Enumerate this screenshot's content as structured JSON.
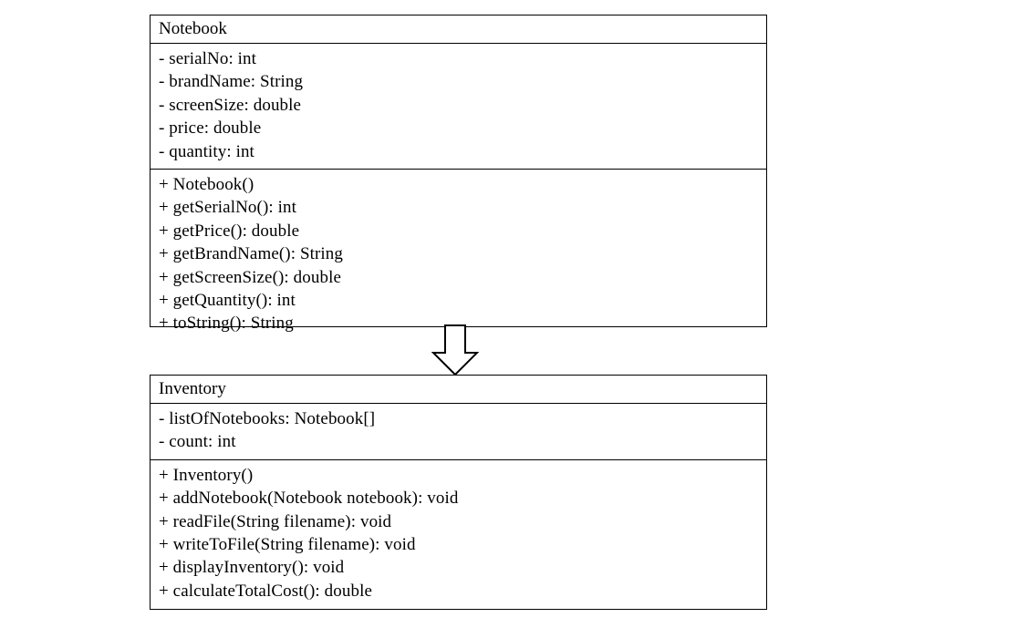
{
  "diagram": {
    "type": "uml-class-diagram",
    "background_color": "#ffffff",
    "line_color": "#000000",
    "text_color": "#000000",
    "relationship": {
      "kind": "generalization",
      "arrow_style": "hollow-block-arrow",
      "direction": "down",
      "from": "Notebook",
      "to": "Inventory"
    }
  },
  "classes": [
    {
      "name": "Notebook",
      "attributes": [
        "- serialNo: int",
        "- brandName: String",
        "- screenSize: double",
        "- price: double",
        "- quantity: int"
      ],
      "methods": [
        "+ Notebook()",
        "+ getSerialNo(): int",
        "+ getPrice(): double",
        "+ getBrandName(): String",
        "+ getScreenSize(): double",
        "+ getQuantity(): int",
        "+ toString(): String"
      ]
    },
    {
      "name": "Inventory",
      "attributes": [
        "- listOfNotebooks: Notebook[]",
        "- count: int"
      ],
      "methods": [
        "+ Inventory()",
        "+ addNotebook(Notebook notebook): void",
        "+ readFile(String filename): void",
        "+ writeToFile(String filename): void",
        "+ displayInventory(): void",
        "+ calculateTotalCost(): double"
      ]
    }
  ]
}
